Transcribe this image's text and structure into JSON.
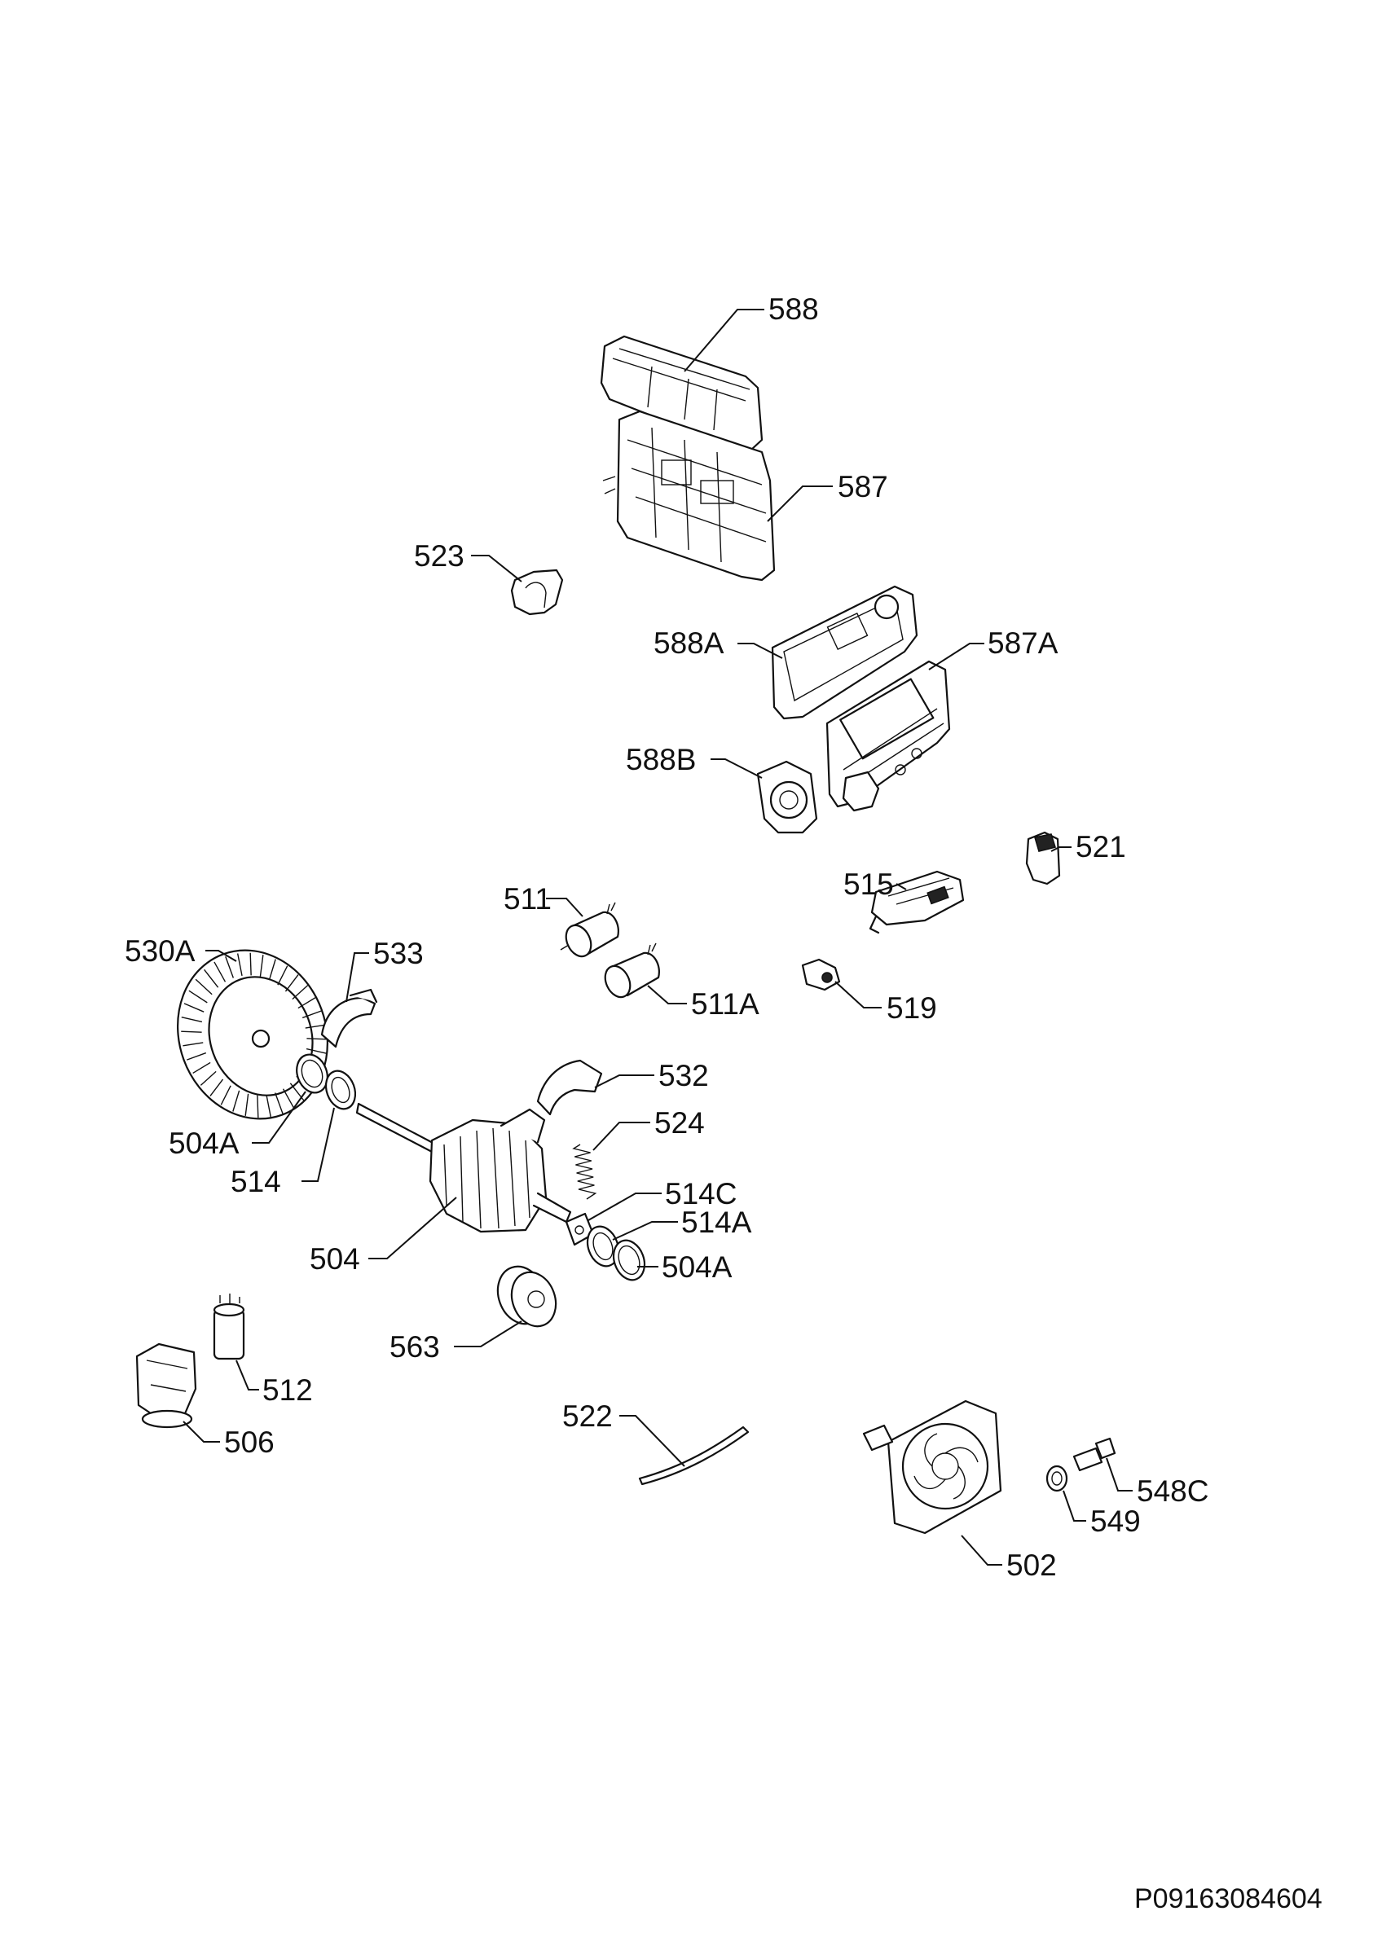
{
  "diagram": {
    "document_code": "P09163084604",
    "labels": [
      {
        "id": "588",
        "text": "588"
      },
      {
        "id": "587",
        "text": "587"
      },
      {
        "id": "523",
        "text": "523"
      },
      {
        "id": "588A",
        "text": "588A"
      },
      {
        "id": "587A",
        "text": "587A"
      },
      {
        "id": "588B",
        "text": "588B"
      },
      {
        "id": "521",
        "text": "521"
      },
      {
        "id": "515",
        "text": "515"
      },
      {
        "id": "511",
        "text": "511"
      },
      {
        "id": "511A",
        "text": "511A"
      },
      {
        "id": "519",
        "text": "519"
      },
      {
        "id": "530A",
        "text": "530A"
      },
      {
        "id": "533",
        "text": "533"
      },
      {
        "id": "532",
        "text": "532"
      },
      {
        "id": "524",
        "text": "524"
      },
      {
        "id": "504A_a",
        "text": "504A"
      },
      {
        "id": "514",
        "text": "514"
      },
      {
        "id": "514C",
        "text": "514C"
      },
      {
        "id": "514A",
        "text": "514A"
      },
      {
        "id": "504",
        "text": "504"
      },
      {
        "id": "504A_b",
        "text": "504A"
      },
      {
        "id": "563",
        "text": "563"
      },
      {
        "id": "512",
        "text": "512"
      },
      {
        "id": "506",
        "text": "506"
      },
      {
        "id": "522",
        "text": "522"
      },
      {
        "id": "548C",
        "text": "548C"
      },
      {
        "id": "549",
        "text": "549"
      },
      {
        "id": "502",
        "text": "502"
      }
    ]
  }
}
